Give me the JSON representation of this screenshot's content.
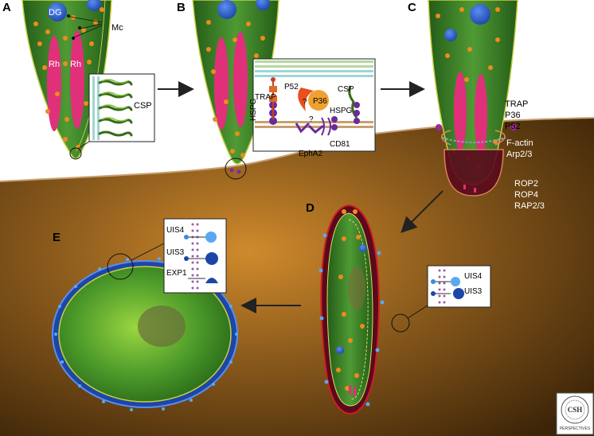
{
  "panels": {
    "a": "A",
    "b": "B",
    "c": "C",
    "d": "D",
    "e": "E"
  },
  "labels": {
    "dg": "DG",
    "mc": "Mc",
    "rh1": "Rh",
    "rh2": "Rh",
    "csp_a": "CSP",
    "trap_b": "TRAP",
    "p52_b": "P52",
    "p36_b": "P36",
    "q1": "?",
    "q2": "?",
    "csp_b": "CSP",
    "hspg_b1": "HSPG",
    "hspg_b2": "HSPG",
    "epha2": "EphA2",
    "cd81": "CD81",
    "trap_c": "TRAP",
    "p36_c": "P36",
    "p52_c": "P52",
    "factin": "F-actin",
    "arp": "Arp2/3",
    "rop2": "ROP2",
    "rop4": "ROP4",
    "rap": "RAP2/3",
    "uis4_e": "UIS4",
    "uis3_e": "UIS3",
    "exp1": "EXP1",
    "uis4_d": "UIS4",
    "uis3_d": "UIS3",
    "logo_line1": "CSH",
    "logo_line2": "PERSPECTIVES"
  },
  "colors": {
    "hepatocyte": "#7a4a12",
    "sporozoite": "#3f8a2a",
    "rhoptry": "#e0307a",
    "micronemes": "#f08a1e",
    "dense_granule": "#2a62c8",
    "pv_membrane": "#2a5fd0",
    "vacuole": "#5a0a1c"
  }
}
